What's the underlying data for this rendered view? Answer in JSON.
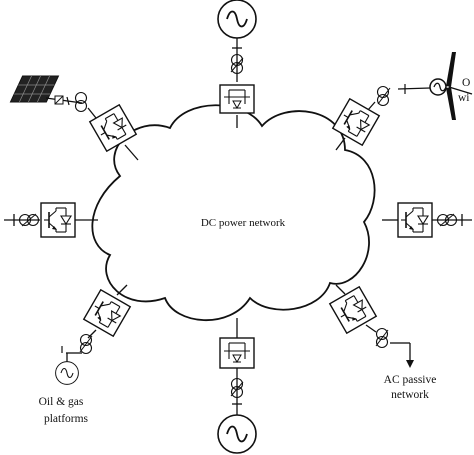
{
  "diagram": {
    "center_label": "DC power network",
    "labels": {
      "wind": [
        "O",
        "wi"
      ],
      "oil_gas": [
        "Oil & gas",
        "platforms"
      ],
      "ac_passive": [
        "AC passive",
        "network"
      ]
    },
    "nodes": [
      {
        "id": "ac-source-top",
        "kind": "ac-source",
        "icon": "sine-wave-generator-icon"
      },
      {
        "id": "ac-source-bottom",
        "kind": "ac-source",
        "icon": "sine-wave-generator-icon"
      },
      {
        "id": "offshore-wind",
        "kind": "wind-turbine",
        "icon": "wind-turbine-icon"
      },
      {
        "id": "solar-pv",
        "kind": "pv-array",
        "icon": "solar-panel-icon"
      },
      {
        "id": "grid-left",
        "kind": "grid-bus"
      },
      {
        "id": "grid-right",
        "kind": "grid-bus"
      },
      {
        "id": "oil-gas-platforms",
        "kind": "load",
        "icon": "sine-wave-generator-icon"
      },
      {
        "id": "ac-passive-network",
        "kind": "load",
        "icon": "arrow-down-icon"
      }
    ],
    "colors": {
      "stroke": "#111111",
      "background": "#ffffff"
    }
  }
}
